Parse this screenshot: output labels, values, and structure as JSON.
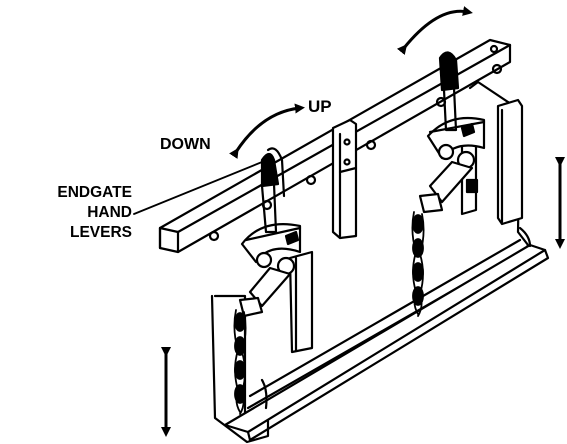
{
  "labels": {
    "up": "UP",
    "down": "DOWN",
    "endgate": [
      "ENDGATE",
      "HAND",
      "LEVERS"
    ]
  },
  "colors": {
    "ink": "#000000",
    "paper": "#ffffff"
  }
}
